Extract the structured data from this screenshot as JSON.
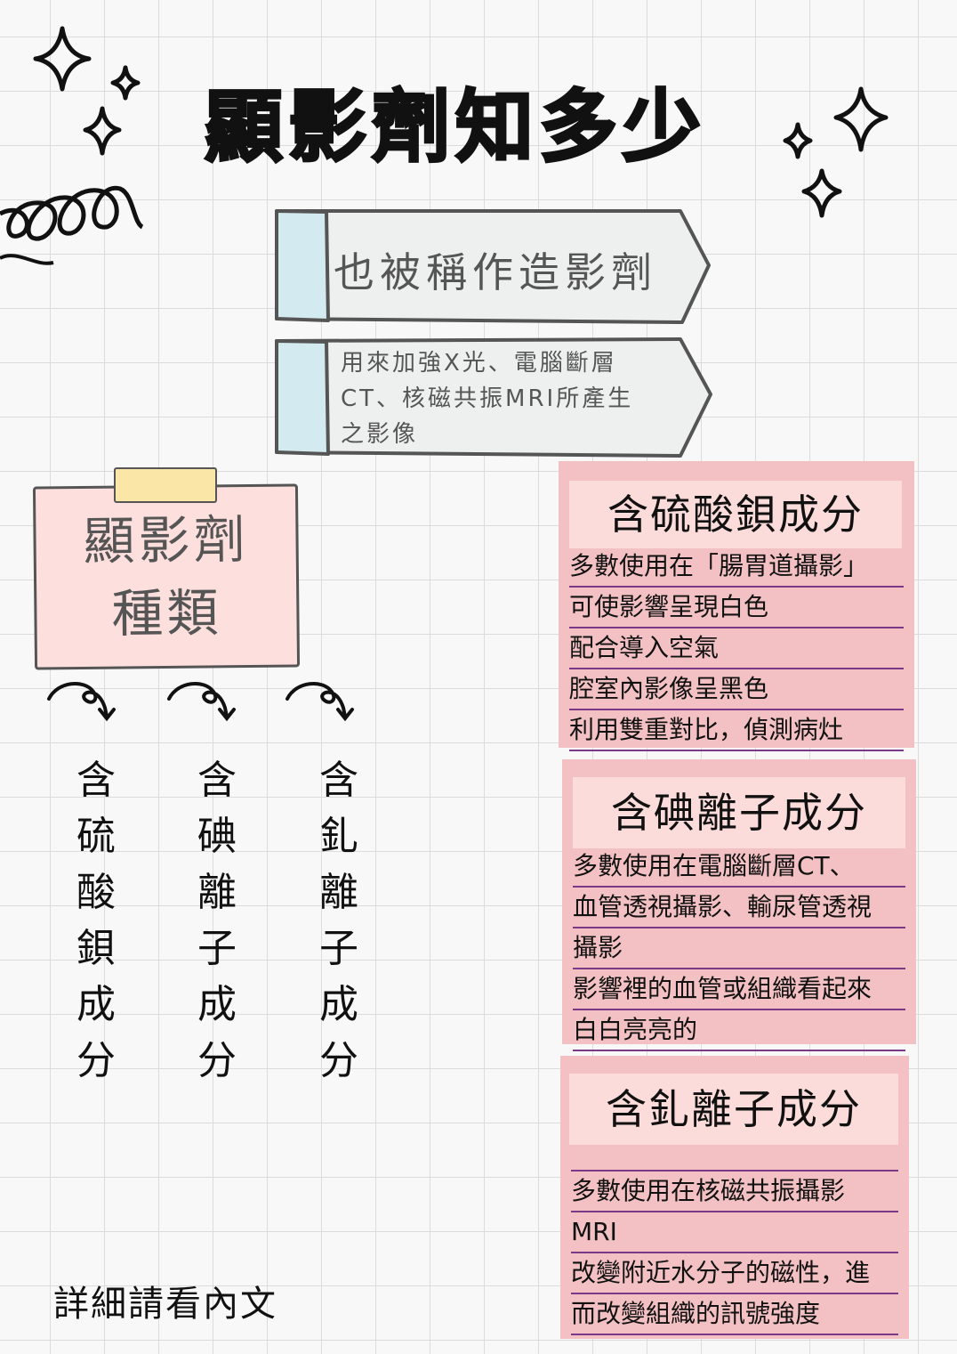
{
  "title": "顯影劑知多少",
  "banner1": {
    "text": "也被稱作造影劑"
  },
  "banner2": {
    "lines": [
      "用來加強X光、電腦斷層",
      "CT、核磁共振MRI所產生",
      "之影像"
    ]
  },
  "types_note": {
    "lines": [
      "顯影劑",
      "種類"
    ]
  },
  "vertical_columns": [
    {
      "chars": [
        "含",
        "硫",
        "酸",
        "鋇",
        "成",
        "分"
      ]
    },
    {
      "chars": [
        "含",
        "碘",
        "離",
        "子",
        "成",
        "分"
      ]
    },
    {
      "chars": [
        "含",
        "釓",
        "離",
        "子",
        "成",
        "分"
      ]
    }
  ],
  "cards": [
    {
      "heading": "含硫酸鋇成分",
      "rows": [
        "多數使用在「腸胃道攝影」",
        "可使影響呈現白色",
        "配合導入空氣",
        "腔室內影像呈黑色",
        "利用雙重對比，偵測病灶"
      ]
    },
    {
      "heading": "含碘離子成分",
      "rows": [
        "多數使用在電腦斷層CT、",
        "血管透視攝影、輸尿管透視",
        "攝影",
        "影響裡的血管或組織看起來",
        "白白亮亮的"
      ]
    },
    {
      "heading": "含釓離子成分",
      "rows": [
        "多數使用在核磁共振攝影",
        "MRI",
        "改變附近水分子的磁性，進",
        "而改變組織的訊號強度"
      ]
    }
  ],
  "footer": "詳細請看內文",
  "colors": {
    "card_bg": "#f3c1c3",
    "card_head": "#fbdcdb",
    "banner_tab": "#d3eaf0",
    "note_bg": "#fde0de",
    "tape": "#fae7a8",
    "underline": "#7a3a88"
  }
}
